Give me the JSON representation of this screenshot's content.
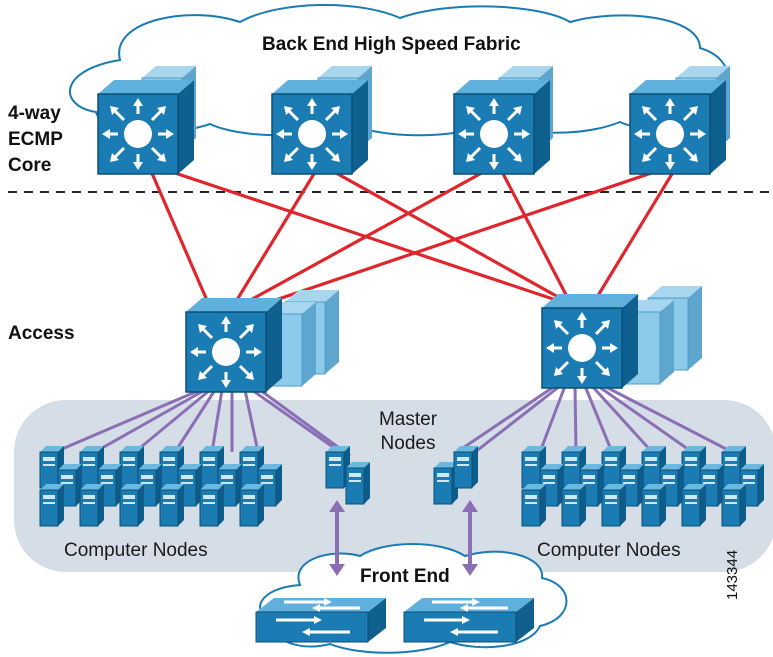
{
  "labels": {
    "fabric": "Back End High Speed Fabric",
    "core": "4-way ECMP Core",
    "access": "Access",
    "master": "Master Nodes",
    "computer_left": "Computer Nodes",
    "computer_right": "Computer Nodes",
    "front_end": "Front End",
    "figure_id": "143344"
  },
  "colors": {
    "switch_front": "#1b7bb3",
    "switch_top": "#5fb0dc",
    "switch_side": "#0f5f8f",
    "switch_back": "#8ccbe9",
    "uplink": "#e0262d",
    "downlink": "#8a6fb5",
    "cluster_bg": "#d5dde6",
    "server": "#1b7bb3"
  },
  "diagram": {
    "core_switches": 4,
    "access_switches": 2,
    "links": [
      {
        "from": "core-1",
        "to": "access-1"
      },
      {
        "from": "core-1",
        "to": "access-2"
      },
      {
        "from": "core-2",
        "to": "access-1"
      },
      {
        "from": "core-2",
        "to": "access-2"
      },
      {
        "from": "core-3",
        "to": "access-1"
      },
      {
        "from": "core-3",
        "to": "access-2"
      },
      {
        "from": "core-4",
        "to": "access-1"
      },
      {
        "from": "core-4",
        "to": "access-2"
      }
    ]
  }
}
